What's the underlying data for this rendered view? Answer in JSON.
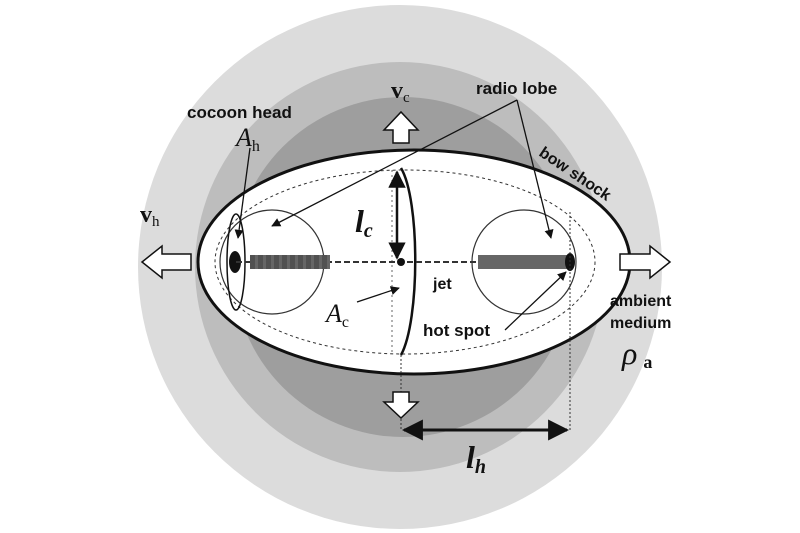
{
  "labels": {
    "cocoon_head": "cocoon head",
    "radio_lobe": "radio lobe",
    "bow_shock": "bow shock",
    "jet": "jet",
    "hot_spot": "hot spot",
    "ambient": "ambient",
    "medium": "medium"
  },
  "symbols": {
    "v_c": {
      "base": "v",
      "sub": "c"
    },
    "v_h": {
      "base": "v",
      "sub": "h"
    },
    "A_h": {
      "base": "A",
      "sub": "h"
    },
    "A_c": {
      "base": "A",
      "sub": "c"
    },
    "l_c": {
      "base": "l",
      "sub": "c"
    },
    "l_h": {
      "base": "l",
      "sub": "h"
    },
    "rho_a": {
      "base": "ρ",
      "sub": "a"
    }
  },
  "colors": {
    "outer_medium": "#dcdcdc",
    "mid_medium": "#bdbdbd",
    "inner_shock": "#9e9e9e",
    "cocoon": "#ffffff",
    "jet": "#555555"
  }
}
